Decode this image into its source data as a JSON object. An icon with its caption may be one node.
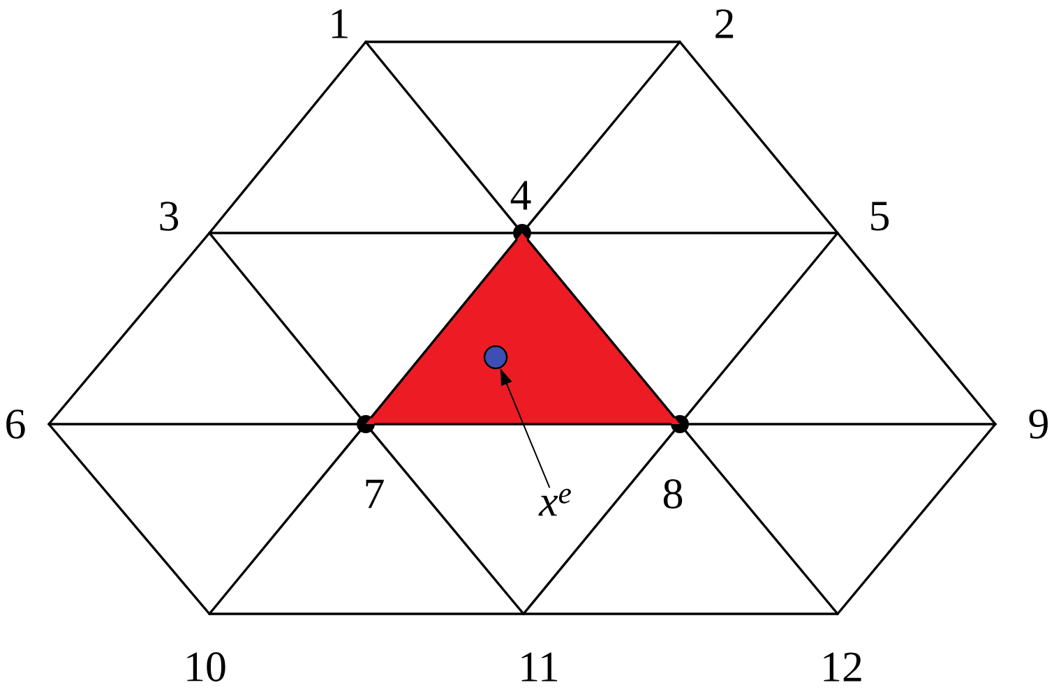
{
  "diagram": {
    "nodes": [
      {
        "text": [
          "1"
        ]
      },
      {
        "text": [
          "2"
        ]
      },
      {
        "text": [
          "3"
        ]
      },
      {
        "text": [
          "4"
        ]
      },
      {
        "text": [
          "5"
        ]
      },
      {
        "text": [
          "6"
        ]
      },
      {
        "text": [
          "7"
        ]
      },
      {
        "text": [
          "8"
        ]
      },
      {
        "text": [
          "9"
        ]
      },
      {
        "text": [
          "10"
        ]
      },
      {
        "text": [
          "11"
        ]
      },
      {
        "text": [
          "12"
        ]
      },
      {
        "text": [],
        "shape": "triangle"
      },
      {
        "text": [],
        "shape": "circle",
        "in": 12
      },
      {
        "text": [
          "x$^{e}$"
        ]
      }
    ],
    "edges": [
      {
        "from": 0,
        "to": 1,
        "arrow": "none"
      },
      {
        "from": 0,
        "to": 2,
        "arrow": "none"
      },
      {
        "from": 0,
        "to": 3,
        "arrow": "none"
      },
      {
        "from": 1,
        "to": 3,
        "arrow": "none"
      },
      {
        "from": 1,
        "to": 4,
        "arrow": "none"
      },
      {
        "from": 2,
        "to": 3,
        "arrow": "none"
      },
      {
        "from": 3,
        "to": 4,
        "arrow": "none"
      },
      {
        "from": 2,
        "to": 5,
        "arrow": "none"
      },
      {
        "from": 2,
        "to": 6,
        "arrow": "none"
      },
      {
        "from": 3,
        "to": 6,
        "arrow": "none"
      },
      {
        "from": 3,
        "to": 7,
        "arrow": "none"
      },
      {
        "from": 4,
        "to": 7,
        "arrow": "none"
      },
      {
        "from": 4,
        "to": 8,
        "arrow": "none"
      },
      {
        "from": 5,
        "to": 6,
        "arrow": "none"
      },
      {
        "from": 6,
        "to": 7,
        "arrow": "none"
      },
      {
        "from": 7,
        "to": 8,
        "arrow": "none"
      },
      {
        "from": 5,
        "to": 9,
        "arrow": "none"
      },
      {
        "from": 6,
        "to": 9,
        "arrow": "none"
      },
      {
        "from": 6,
        "to": 10,
        "arrow": "none"
      },
      {
        "from": 7,
        "to": 10,
        "arrow": "none"
      },
      {
        "from": 7,
        "to": 11,
        "arrow": "none"
      },
      {
        "from": 8,
        "to": 11,
        "arrow": "none"
      },
      {
        "from": 9,
        "to": 10,
        "arrow": "none"
      },
      {
        "from": 10,
        "to": 11,
        "arrow": "none"
      },
      {
        "from": 14,
        "to": 13,
        "arrow": "to"
      }
    ]
  }
}
